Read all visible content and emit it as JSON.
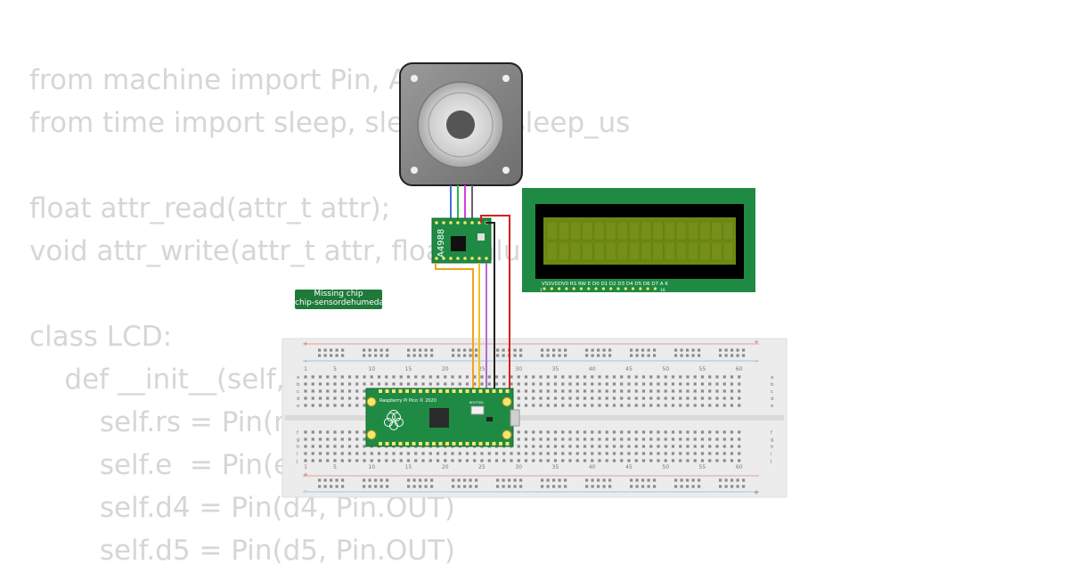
{
  "code_lines": [
    "from machine import Pin, ADC",
    "from time import sleep, sleep_ms, sleep_us",
    "",
    "float attr_read(attr_t attr);",
    "void attr_write(attr_t attr, float value);",
    "",
    "class LCD:",
    "    def __init__(self, rs, e, d4, d5, d6, d7):",
    "        self.rs = Pin(rs, Pin.OUT)",
    "        self.e  = Pin(e, Pin.OUT)",
    "        self.d4 = Pin(d4, Pin.OUT)",
    "        self.d5 = Pin(d5, Pin.OUT)"
  ],
  "missing_chip": {
    "line1": "Missing chip",
    "line2": "chip-sensordehumedad"
  },
  "driver": {
    "label": "A4988"
  },
  "pico": {
    "label": "Raspberry Pi Pico © 2020",
    "bootsel": "BOOTSEL"
  },
  "lcd": {
    "pin_labels": "VSSVDDV0 RS RW E  D0 D1 D2 D3 D4 D5 D6 D7 A  K",
    "pin_first": "1",
    "pin_last": "16"
  },
  "breadboard": {
    "column_numbers": [
      "1",
      "5",
      "10",
      "15",
      "20",
      "25",
      "30",
      "35",
      "40",
      "45",
      "50",
      "55",
      "60"
    ],
    "row_letters_top": [
      "a",
      "b",
      "c",
      "d",
      "e"
    ],
    "row_letters_bottom": [
      "f",
      "g",
      "h",
      "i",
      "j"
    ],
    "rail_plus": "+",
    "rail_minus": "-"
  },
  "colors": {
    "code_text": "#d6d6d6",
    "pcb_green": "#1f8a43",
    "lcd_screen": "#6b8a12",
    "wire_red": "#d81f1f",
    "wire_black": "#222222",
    "wire_purple": "#b36bd6",
    "wire_yellow": "#f2c21a",
    "wire_orange": "#f2a31a",
    "wire_blue": "#3b73d8",
    "wire_magenta": "#d63fd6",
    "wire_green": "#2db84a"
  }
}
